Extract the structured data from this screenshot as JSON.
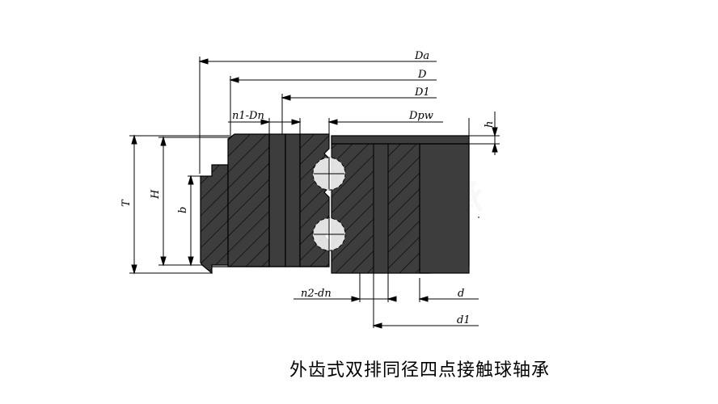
{
  "dimensions": {
    "Da": "Da",
    "D": "D",
    "D1": "D1",
    "n1_Dn": "n1-Dn",
    "Dpw": "Dpw",
    "h": "h",
    "T": "T",
    "H": "H",
    "b": "b",
    "n2_dn": "n2-dn",
    "d": "d",
    "d1": "d1"
  },
  "caption": "外齿式双排同径四点接触球轴承",
  "colors": {
    "section_fill": "#3d3d3d",
    "line": "#000000",
    "hatch": "#5a5a5a"
  }
}
